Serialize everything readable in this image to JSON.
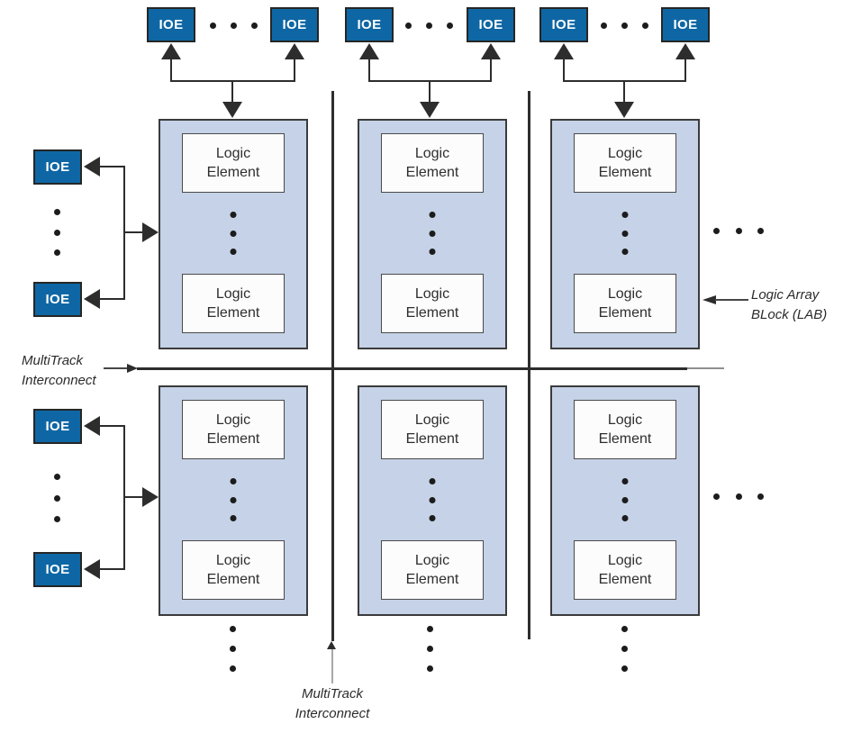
{
  "labels": {
    "ioe": "IOE",
    "logic_element": "Logic\nElement",
    "multitrack_interconnect_left": "MultiTrack\nInterconnect",
    "multitrack_interconnect_bottom": "MultiTrack\nInterconnect",
    "lab_callout": "Logic Array\nBLock (LAB)"
  },
  "colors": {
    "ioe_fill": "#0e67a4",
    "ioe_border": "#262626",
    "ioe_text": "#ffffff",
    "lab_fill": "#c5d2e7",
    "lab_border": "#3b3b3b",
    "le_fill": "#fcfcfc",
    "le_border": "#4a4a4a",
    "line": "#2d2d2d",
    "dot": "#1c1c1c",
    "label_text": "#2b2b2b"
  },
  "structure": {
    "lab_grid": {
      "rows": 2,
      "columns": 3
    },
    "logic_elements_shown_per_lab": 2,
    "top_ioe_blocks": 6,
    "left_ioe_blocks": 4
  }
}
